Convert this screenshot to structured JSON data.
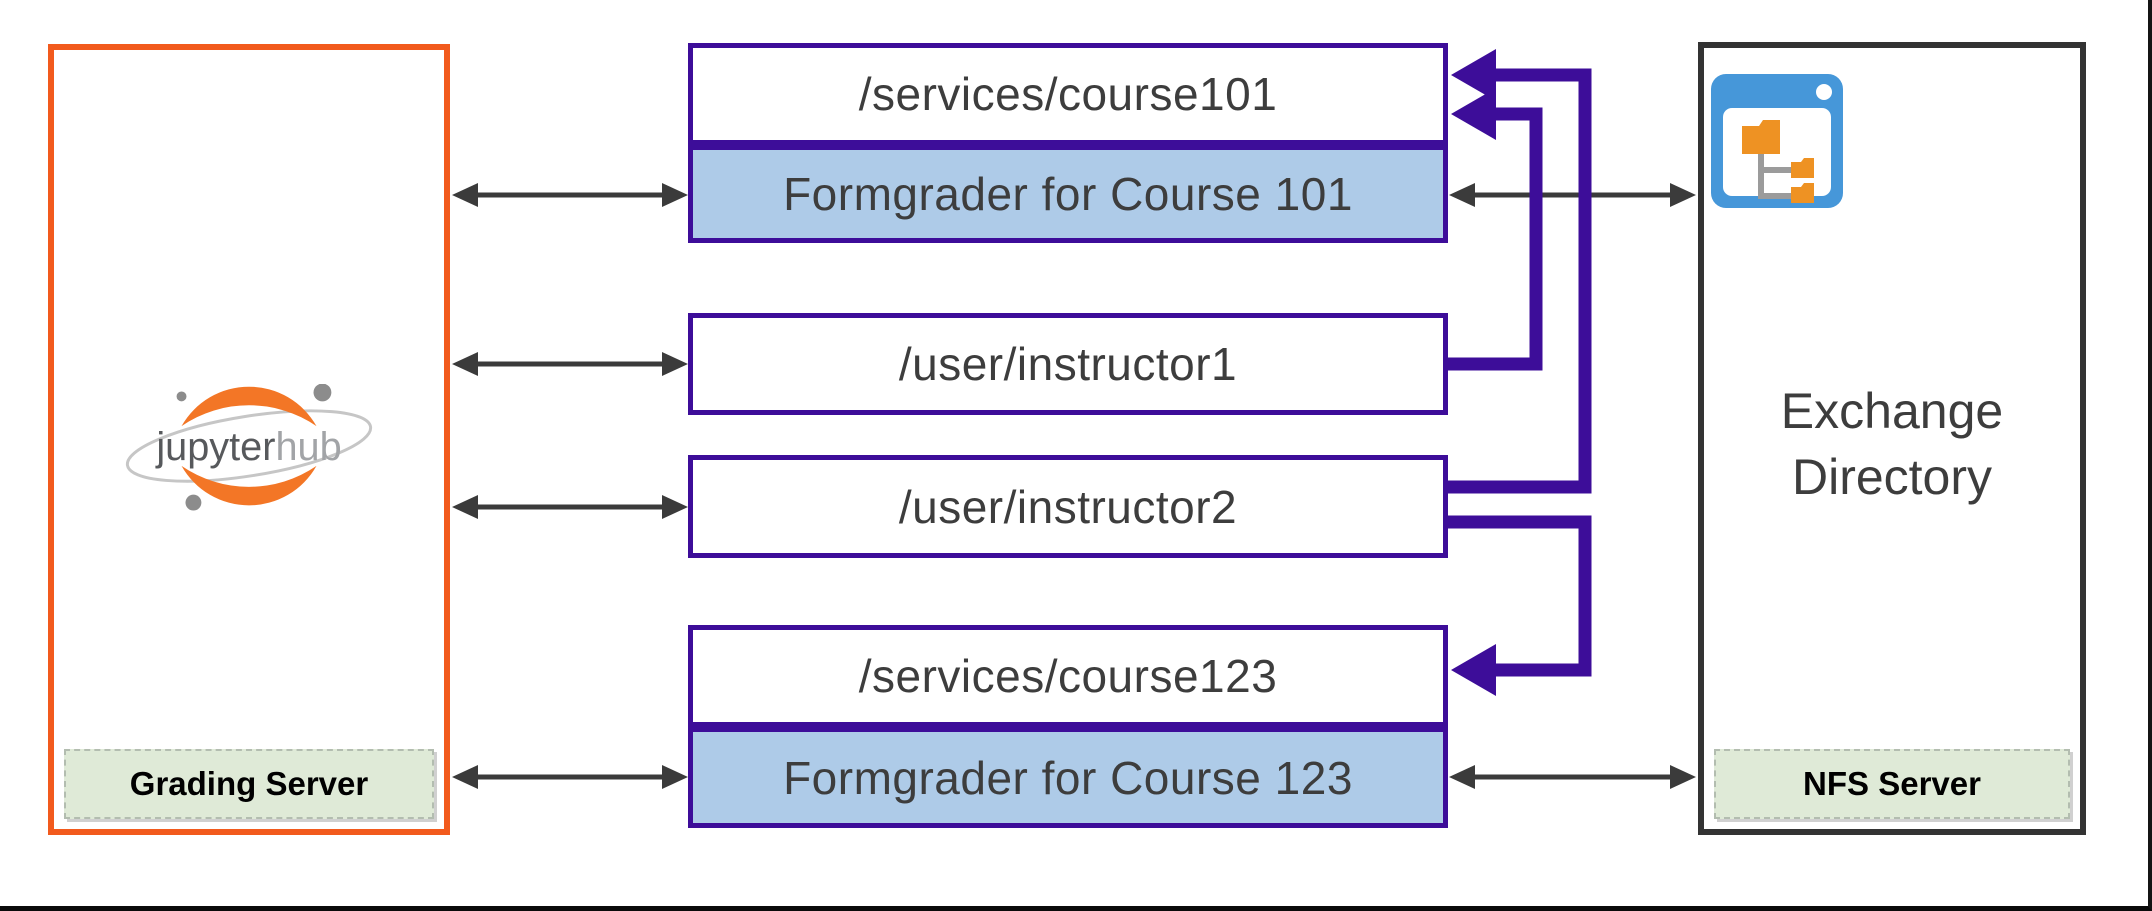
{
  "diagram": {
    "grading_server": {
      "label": "Grading Server",
      "logo": {
        "primary": "jupyter",
        "secondary": "hub"
      }
    },
    "middle_nodes": [
      {
        "label": "/services/course101"
      },
      {
        "label": "Formgrader for Course 101"
      },
      {
        "label": "/user/instructor1"
      },
      {
        "label": "/user/instructor2"
      },
      {
        "label": "/services/course123"
      },
      {
        "label": "Formgrader for Course 123"
      }
    ],
    "exchange": {
      "title_line1": "Exchange",
      "title_line2": "Directory",
      "label": "NFS Server"
    },
    "icons": {
      "exchange_icon": "folder-tree-window-icon",
      "grading_icon": "jupyterhub-logo"
    },
    "colors": {
      "purple": "#3D0D99",
      "orange": "#F25A1D",
      "service_blue": "#AECBE8",
      "server_green": "#DFEAD7",
      "arrow_black": "#3B3B3B",
      "text_gray": "#3D3D3D",
      "icon_blue": "#4697D9",
      "icon_orange": "#EE9223"
    }
  }
}
